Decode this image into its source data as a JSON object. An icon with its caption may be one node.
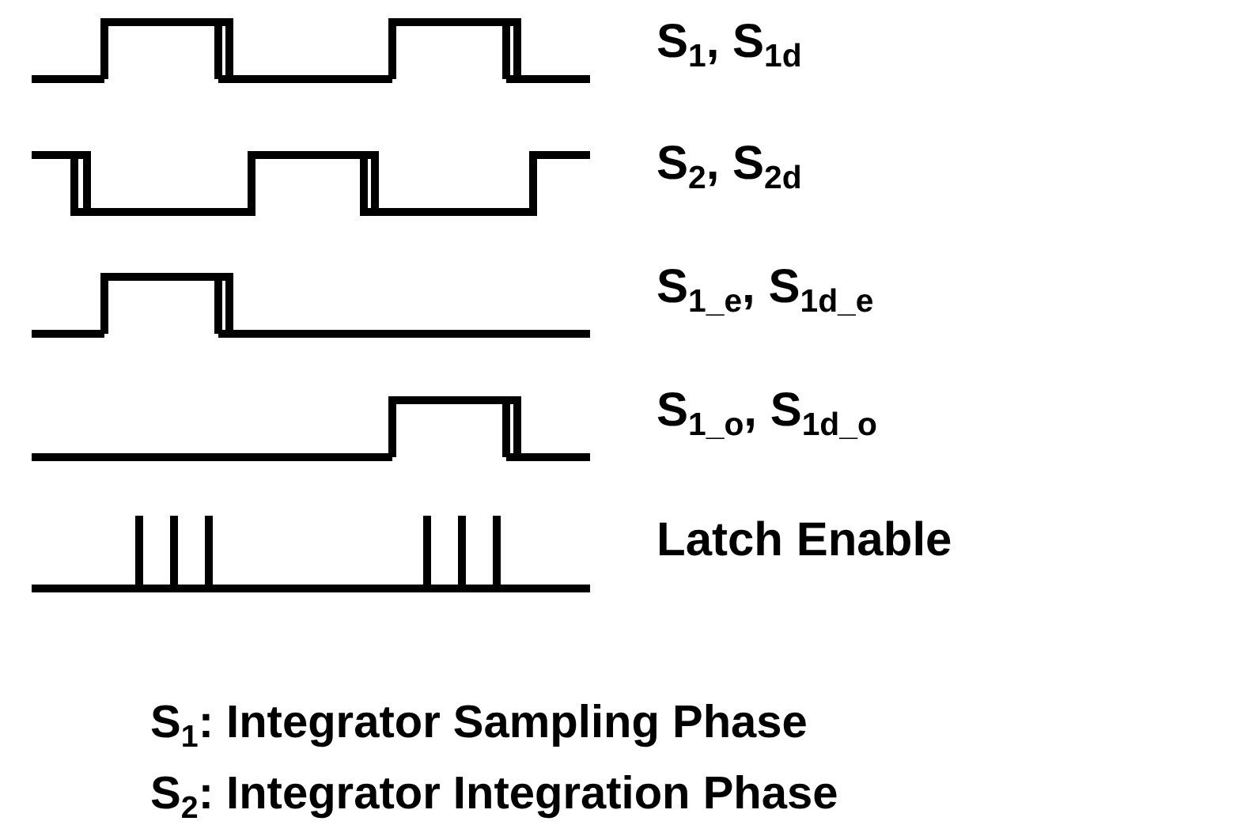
{
  "diagram": {
    "labels": [
      "S$_{1}$, S$_{1d}$",
      "S$_{2}$, S$_{2d}$",
      "S$_{1_e}$, S$_{1d_e}$",
      "S$_{1_o}$, S$_{1d_o}$",
      "Latch Enable",
      "S$_{1}$: Integrator Sampling Phase",
      "S$_{2}$: Integrator Integration Phase"
    ]
  }
}
